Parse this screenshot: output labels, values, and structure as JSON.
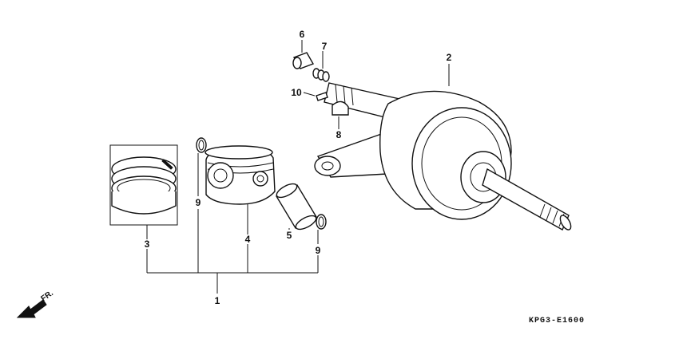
{
  "callouts": {
    "c1": "1",
    "c2": "2",
    "c3": "3",
    "c4": "4",
    "c5": "5",
    "c6": "6",
    "c7": "7",
    "c8": "8",
    "c9a": "9",
    "c9b": "9",
    "c10": "10"
  },
  "direction_label": "FR.",
  "diagram_code": "KPG3-E1600"
}
